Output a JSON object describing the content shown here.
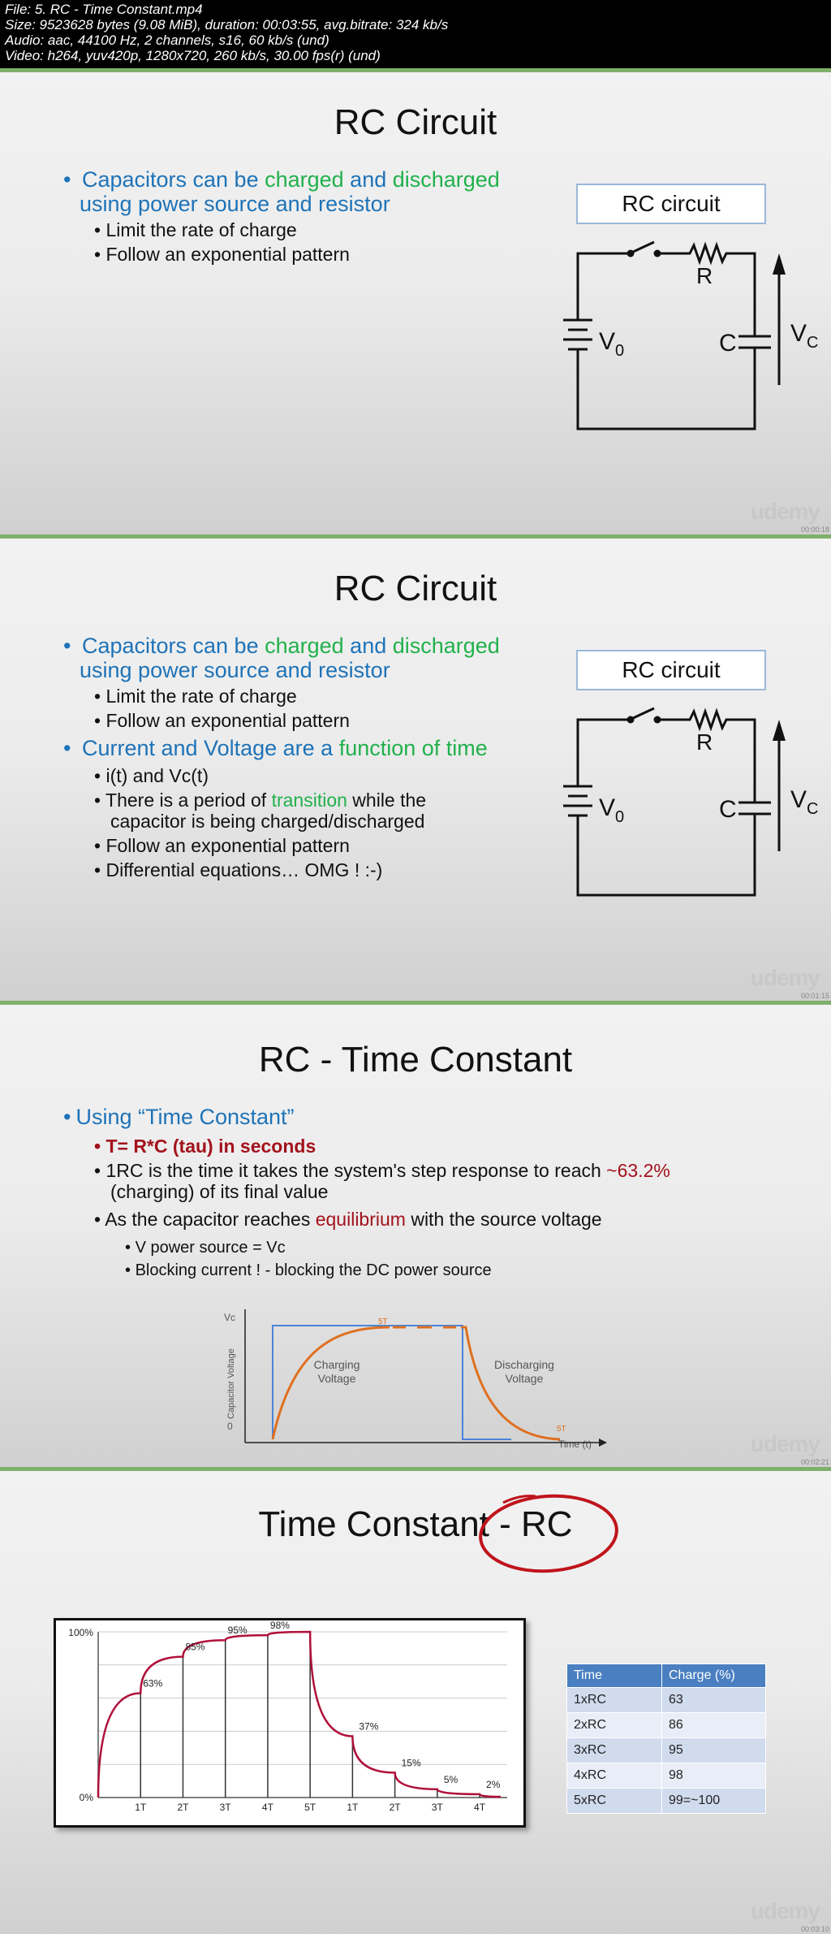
{
  "header": {
    "line1": "File: 5. RC - Time Constant.mp4",
    "line2": "Size: 9523628 bytes (9.08 MiB), duration: 00:03:55, avg.bitrate: 324 kb/s",
    "line3": "Audio: aac, 44100 Hz, 2 channels, s16, 60 kb/s (und)",
    "line4": "Video: h264, yuv420p, 1280x720, 260 kb/s, 30.00 fps(r) (und)"
  },
  "brand": "udemy",
  "slide1": {
    "title": "RC Circuit",
    "bullet_a1": "Capacitors can be ",
    "bullet_a2": "charged",
    "bullet_a3": " and ",
    "bullet_a4": "discharged",
    "bullet_a5": "using power source and resistor",
    "sub1": "Limit the rate of charge",
    "sub2": "Follow an exponential pattern",
    "box": "RC circuit",
    "timestamp": "00:00:18"
  },
  "slide2": {
    "title": "RC Circuit",
    "bullet_a1": "Capacitors can be ",
    "bullet_a2": "charged",
    "bullet_a3": " and ",
    "bullet_a4": "discharged",
    "bullet_a5": "using power source and resistor",
    "sub1": "Limit the rate of charge",
    "sub2": "Follow an exponential pattern",
    "bullet_b1": "Current and Voltage are a ",
    "bullet_b2": "function of time",
    "sub3": "i(t) and Vc(t)",
    "sub4a": "There is a period of ",
    "sub4b": "transition",
    "sub4c": " while the",
    "sub4d": "capacitor is being charged/discharged",
    "sub5": "Follow an exponential pattern",
    "sub6": "Differential equations…  OMG ! :-)",
    "box": "RC circuit",
    "timestamp": "00:01:15"
  },
  "circuit": {
    "r_label": "R",
    "c_label": "C",
    "v0": "V",
    "v0_sub": "0",
    "vc": "V",
    "vc_sub": "C"
  },
  "slide3": {
    "title": "RC - Time Constant",
    "bullet": "Using “Time Constant”",
    "sub1": "T= R*C (tau) in seconds",
    "sub2a": "1RC is the time it takes the system's step response to reach ",
    "sub2b": "~63.2%",
    "sub2c": "(charging) of its final value",
    "sub3a": "As the capacitor reaches ",
    "sub3b": "equilibrium",
    "sub3c": " with the source voltage",
    "sub4": "V power source = Vc",
    "sub5": "Blocking current !  -  blocking the DC power source",
    "timestamp": "00:02:21",
    "graph": {
      "y_top": "Vc",
      "y_zero": "0",
      "y_axis": "Capacitor Voltage",
      "x_axis": "Time (t)",
      "charging": "Charging",
      "charging2": "Voltage",
      "discharging": "Discharging",
      "discharging2": "Voltage",
      "mark1": "5T",
      "mark2": "5T"
    }
  },
  "slide4": {
    "title_a": "Time Constan",
    "title_b": "t - RC",
    "timestamp": "00:03:10",
    "chart_data": {
      "type": "line",
      "x": [
        "1T",
        "2T",
        "3T",
        "4T",
        "5T",
        "1T",
        "2T",
        "3T",
        "4T"
      ],
      "y_labels": [
        "100%",
        "0%"
      ],
      "point_labels": [
        "63%",
        "85%",
        "95%",
        "98%",
        "37%",
        "15%",
        "5%",
        "2%"
      ],
      "charge_values": [
        63,
        85,
        95,
        98,
        100
      ],
      "discharge_values": [
        37,
        15,
        5,
        2
      ],
      "ylim": [
        0,
        100
      ]
    },
    "table": {
      "headers": [
        "Time",
        "Charge (%)"
      ],
      "rows": [
        [
          "1xRC",
          "63"
        ],
        [
          "2xRC",
          "86"
        ],
        [
          "3xRC",
          "95"
        ],
        [
          "4xRC",
          "98"
        ],
        [
          "5xRC",
          "99=~100"
        ]
      ]
    }
  }
}
